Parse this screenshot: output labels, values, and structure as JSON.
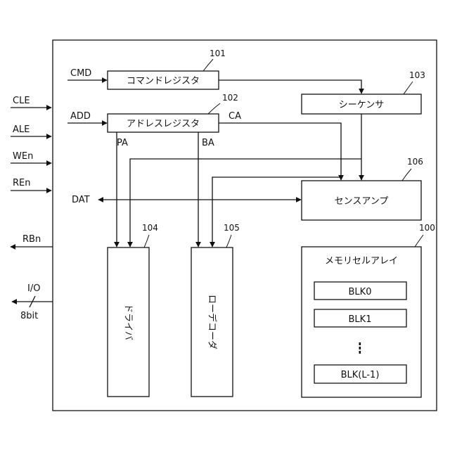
{
  "inputs": {
    "cle": "CLE",
    "ale": "ALE",
    "wen": "WEn",
    "ren": "REn",
    "rbn": "RBn",
    "io": "I/O",
    "io_width": "8bit"
  },
  "signals": {
    "cmd": "CMD",
    "add": "ADD",
    "dat": "DAT",
    "ca": "CA",
    "pa": "PA",
    "ba": "BA"
  },
  "blocks": {
    "command_register": {
      "label": "コマンドレジスタ",
      "ref": "101"
    },
    "address_register": {
      "label": "アドレスレジスタ",
      "ref": "102"
    },
    "sequencer": {
      "label": "シーケンサ",
      "ref": "103"
    },
    "driver": {
      "label": "ドライバ",
      "ref": "104"
    },
    "row_decoder": {
      "label": "ローデコーダ",
      "ref": "105"
    },
    "sense_amp": {
      "label": "センスアンプ",
      "ref": "106"
    },
    "memory_array": {
      "label": "メモリセルアレイ",
      "ref": "100",
      "blocks": [
        "BLK0",
        "BLK1",
        "BLK(L-1)"
      ]
    }
  }
}
